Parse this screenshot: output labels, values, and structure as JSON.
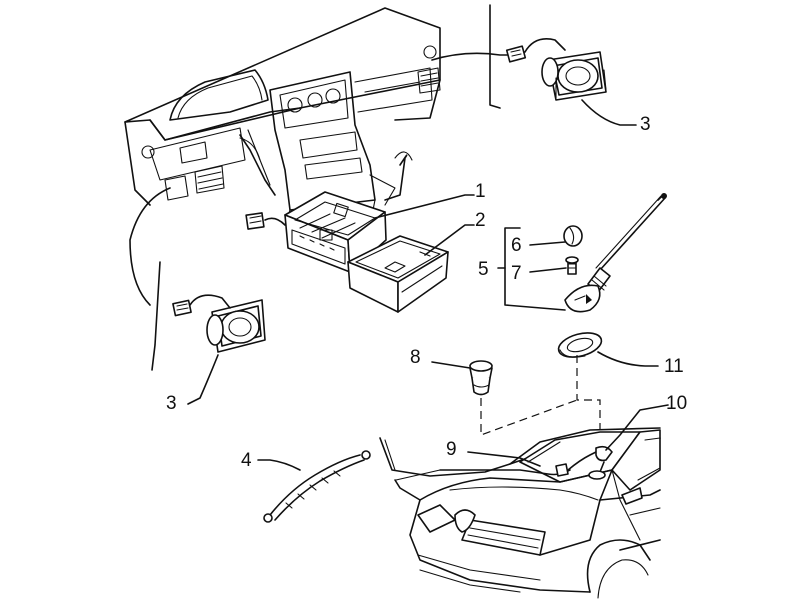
{
  "callouts": [
    {
      "id": "1",
      "text": "1"
    },
    {
      "id": "2",
      "text": "2"
    },
    {
      "id": "3a",
      "text": "3"
    },
    {
      "id": "3b",
      "text": "3"
    },
    {
      "id": "4",
      "text": "4"
    },
    {
      "id": "5",
      "text": "5"
    },
    {
      "id": "6",
      "text": "6"
    },
    {
      "id": "7",
      "text": "7"
    },
    {
      "id": "8",
      "text": "8"
    },
    {
      "id": "9",
      "text": "9"
    },
    {
      "id": "10",
      "text": "10"
    },
    {
      "id": "11",
      "text": "11"
    }
  ]
}
